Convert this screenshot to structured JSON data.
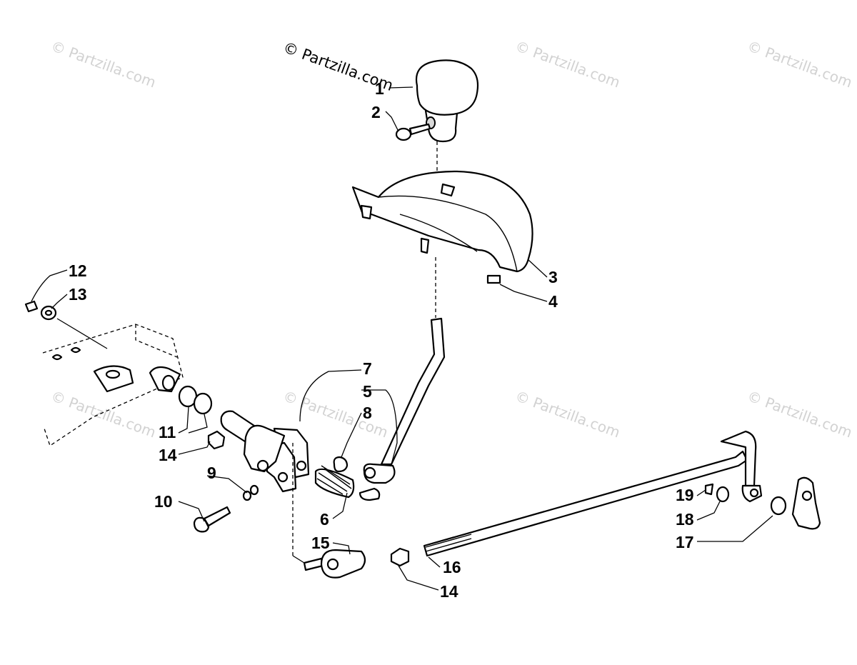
{
  "copyright": "© Partzilla.com",
  "watermark": "© Partzilla.com",
  "callouts": {
    "c1": "1",
    "c2": "2",
    "c3": "3",
    "c4": "4",
    "c5": "5",
    "c6": "6",
    "c7": "7",
    "c8": "8",
    "c9": "9",
    "c10": "10",
    "c11": "11",
    "c12": "12",
    "c13": "13",
    "c14a": "14",
    "c14b": "14",
    "c15": "15",
    "c16": "16",
    "c17": "17",
    "c18": "18",
    "c19": "19"
  }
}
